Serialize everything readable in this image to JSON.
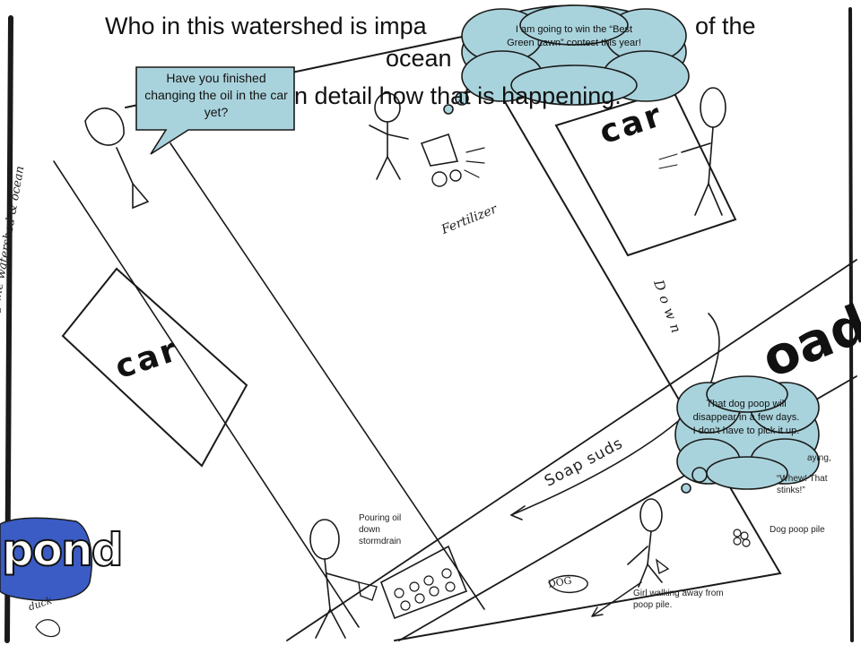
{
  "title": {
    "line1": "Who in this watershed is impa",
    "line1_end": "of the",
    "line2": "ocean",
    "line3": "n detail how that is happening."
  },
  "speech_bubble": {
    "text": "Have you finished changing the oil in the car yet?"
  },
  "thought_lawn": {
    "text": "I am going to win the “Best Green Lawn” contest this year!"
  },
  "thought_dog": {
    "text": "That dog poop will disappear in a few days. I don’t have to pick it up."
  },
  "labels": {
    "pouring_oil": "Pouring oil down stormdrain",
    "girl_walking": "Girl walking away from poop pile.",
    "dog_poop": "Dog poop pile",
    "saying": "aying,",
    "whew": "“Whew! That stinks!”"
  },
  "handwritten": {
    "soap_suds": "Soap suds",
    "fertilizer": "Fertilizer",
    "down": "Down",
    "dog": "DOG",
    "duck": "duck",
    "car_left": "car",
    "car_right": "car",
    "road": "oad",
    "pond": "pond",
    "margin_left": "The people at the pond who is negatively impacting the watershed & ocean"
  },
  "colors": {
    "cloud_fill": "#a9d3dc",
    "bubble_fill": "#a9d3dc",
    "pond_fill": "#3a5cc4",
    "ink": "#1a1a1a"
  }
}
